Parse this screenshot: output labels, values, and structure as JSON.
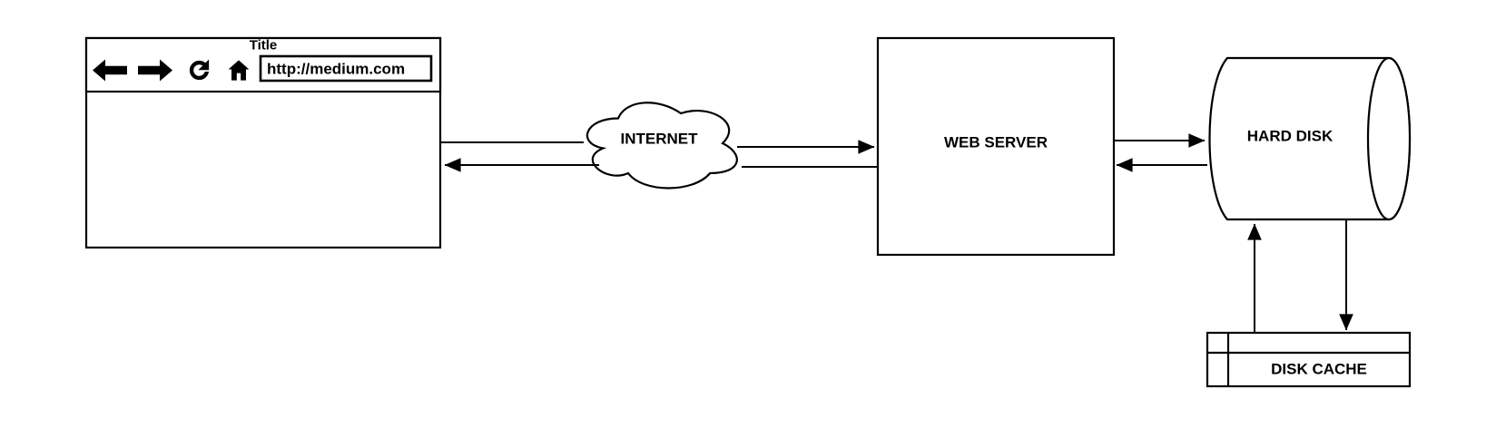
{
  "colors": {
    "background": "#ffffff",
    "stroke": "#000000",
    "titlebar_fill": "#c3c3c3"
  },
  "browser": {
    "title": "Title",
    "url": "http://medium.com",
    "toolbar_icons": [
      "back-icon",
      "forward-icon",
      "refresh-icon",
      "home-icon"
    ]
  },
  "nodes": {
    "internet": {
      "label": "INTERNET",
      "shape": "cloud"
    },
    "web_server": {
      "label": "WEB SERVER",
      "shape": "rectangle"
    },
    "hard_disk": {
      "label": "HARD DISK",
      "shape": "horizontal-cylinder"
    },
    "disk_cache": {
      "label": "DISK CACHE",
      "shape": "ruled-rectangle"
    }
  },
  "edges": [
    {
      "from": "browser",
      "to": "internet",
      "arrowhead": "none"
    },
    {
      "from": "internet",
      "to": "web_server",
      "arrowhead": "forward"
    },
    {
      "from": "internet",
      "to": "browser",
      "arrowhead": "forward"
    },
    {
      "from": "web_server",
      "to": "internet",
      "arrowhead": "none"
    },
    {
      "from": "web_server",
      "to": "hard_disk",
      "arrowhead": "forward"
    },
    {
      "from": "hard_disk",
      "to": "web_server",
      "arrowhead": "forward"
    },
    {
      "from": "disk_cache",
      "to": "hard_disk",
      "arrowhead": "forward"
    },
    {
      "from": "hard_disk",
      "to": "disk_cache",
      "arrowhead": "forward"
    }
  ]
}
